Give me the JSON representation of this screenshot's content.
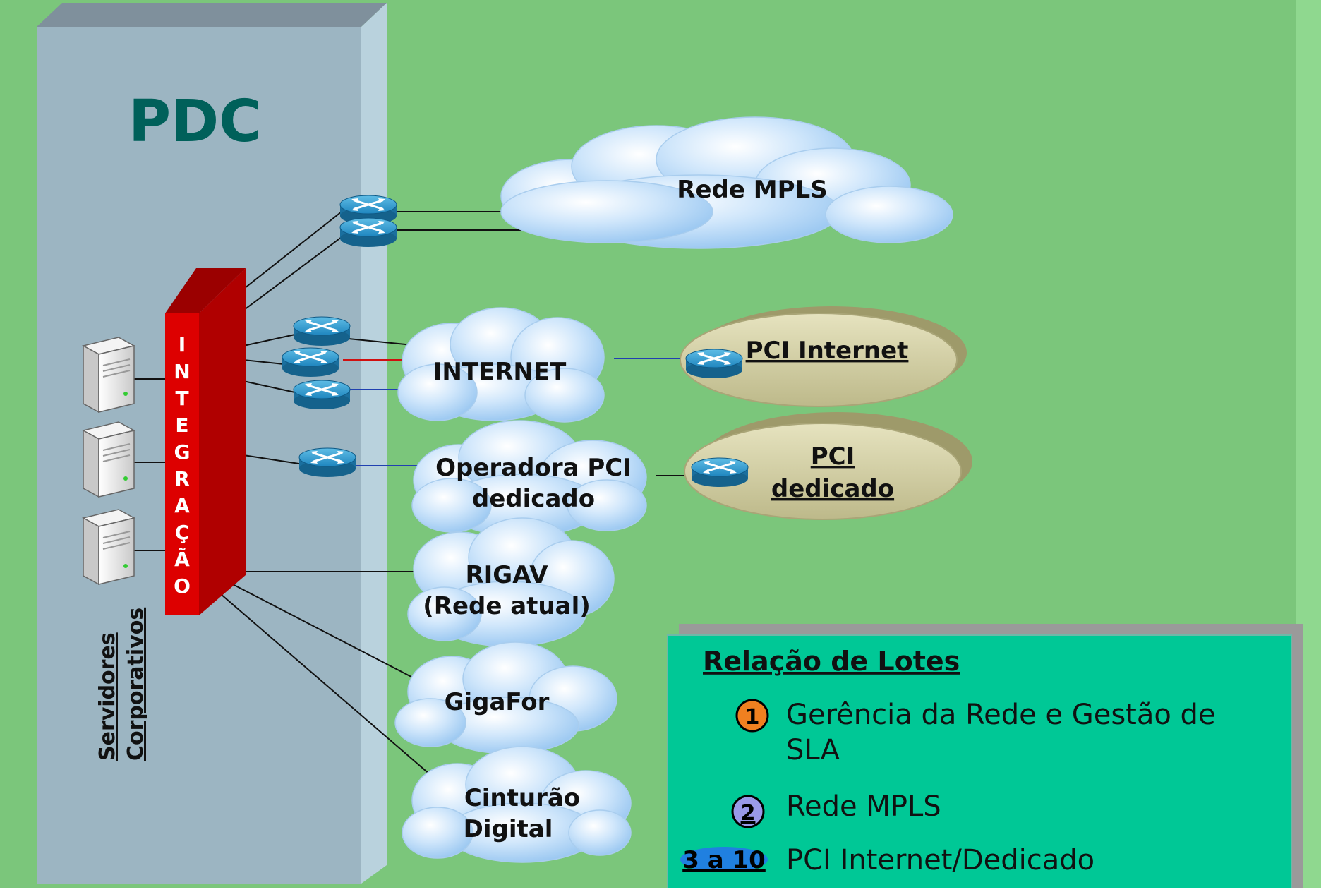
{
  "title": "PDC",
  "integration_letters": [
    "I",
    "N",
    "T",
    "E",
    "G",
    "R",
    "A",
    "Ç",
    "Ã",
    "O"
  ],
  "servers_label": [
    "Servidores",
    "Corporativos"
  ],
  "clouds": {
    "mpls": "Rede MPLS",
    "internet": "INTERNET",
    "operadora": [
      "Operadora PCI",
      "dedicado"
    ],
    "rigav": [
      "RIGAV",
      "(Rede atual)"
    ],
    "gigafor": "GigaFor",
    "cinturao": [
      "Cinturão",
      "Digital"
    ]
  },
  "sites": {
    "pci_internet": "PCI Internet",
    "pci_dedicado": [
      "PCI",
      "dedicado"
    ]
  },
  "legend": {
    "title": "Relação de Lotes",
    "items": [
      {
        "badge": "1",
        "text": [
          "Gerência da Rede e Gestão de",
          "SLA"
        ],
        "color": "#f08020"
      },
      {
        "badge": "2",
        "text": [
          "Rede MPLS"
        ],
        "color": "#9a9ae8"
      },
      {
        "badge": "3 a 10",
        "text": [
          "PCI Internet/Dedicado"
        ],
        "color": "#2080e0"
      }
    ]
  },
  "colors": {
    "background": "#7bc67b",
    "pdc_panel": "#9cb5c2",
    "integration": "#dd0000",
    "legend_box": "#00c896",
    "title": "#00605a"
  }
}
